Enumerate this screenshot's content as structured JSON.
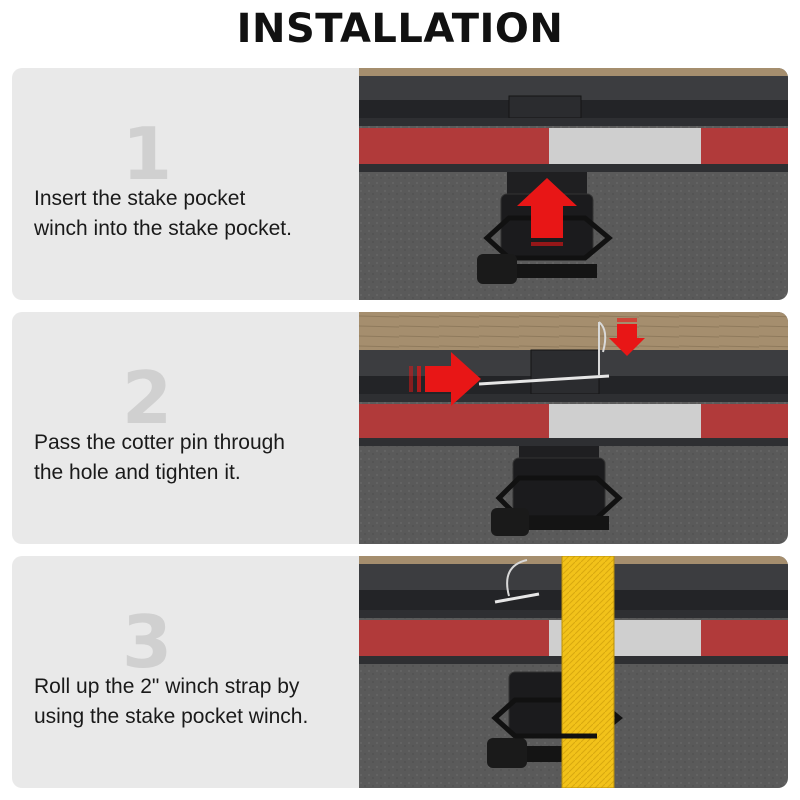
{
  "title": "INSTALLATION",
  "steps": [
    {
      "number": "1",
      "text_line1": "Insert the stake pocket",
      "text_line2": "winch into the stake pocket."
    },
    {
      "number": "2",
      "text_line1": "Pass the cotter pin through",
      "text_line2": "the hole and tighten it."
    },
    {
      "number": "3",
      "text_line1": "Roll up the 2\" winch strap by",
      "text_line2": "using the stake pocket winch."
    }
  ],
  "colors": {
    "arrow": "#e81616",
    "strap": "#f2c21a",
    "reflector_red": "#b13a3a",
    "reflector_white": "#cfcfcf"
  }
}
